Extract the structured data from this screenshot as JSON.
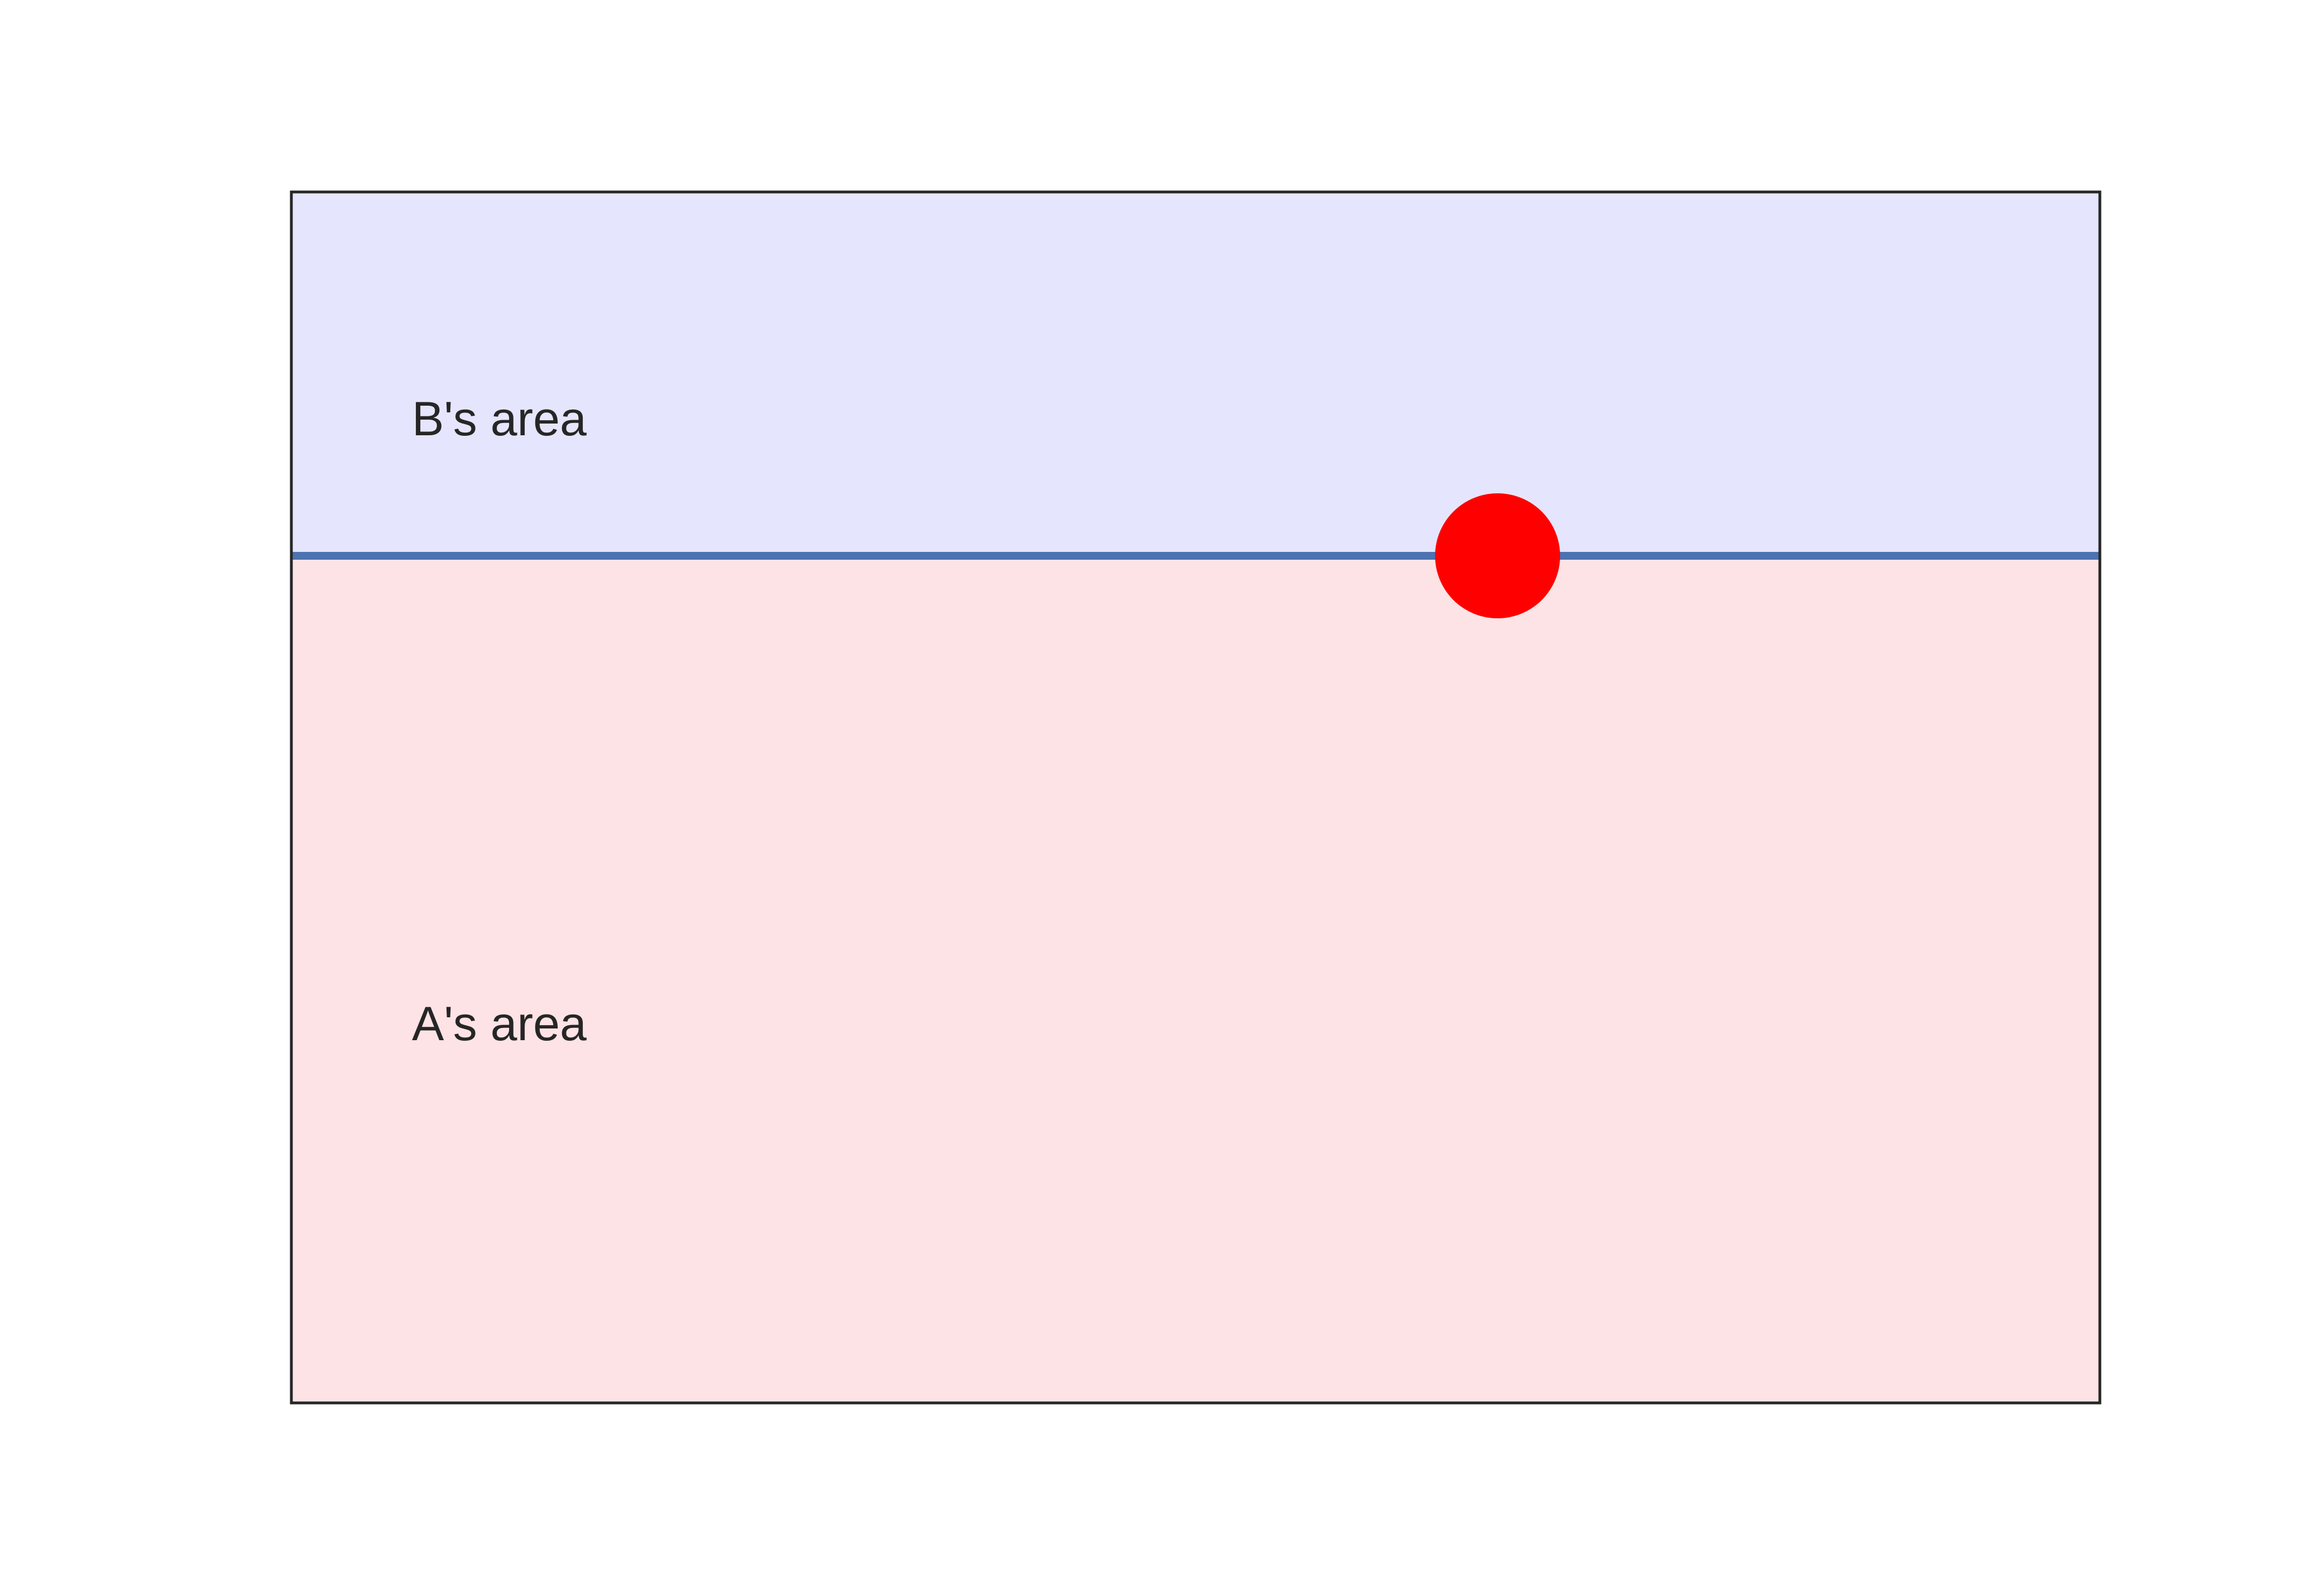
{
  "diagram": {
    "regions": [
      {
        "id": "b",
        "label": "B's area",
        "fill": "#E5E5FD"
      },
      {
        "id": "a",
        "label": "A's area",
        "fill": "#FDE3E5"
      }
    ],
    "boundary": {
      "color": "#4C72B0"
    },
    "marker": {
      "color": "#FF0000"
    },
    "frame": {
      "color": "#262626"
    }
  }
}
